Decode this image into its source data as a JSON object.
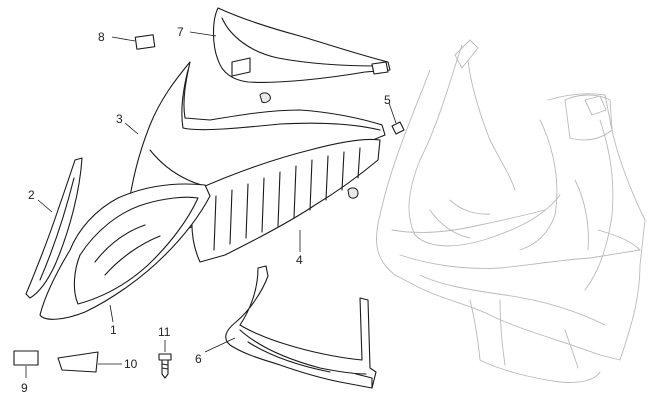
{
  "diagram": {
    "callouts": [
      "1",
      "2",
      "3",
      "4",
      "5",
      "6",
      "7",
      "8",
      "9",
      "10",
      "11"
    ]
  }
}
